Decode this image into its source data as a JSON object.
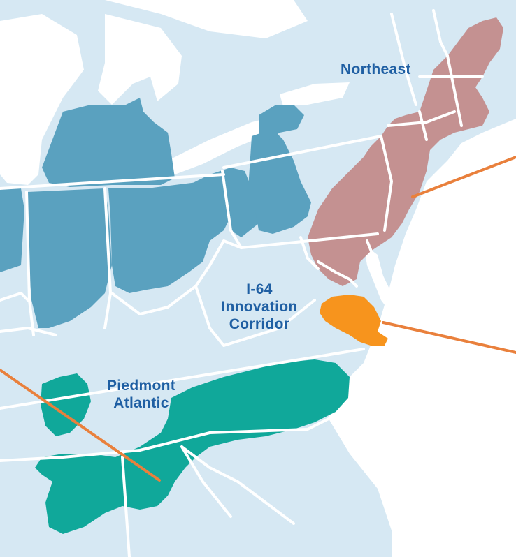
{
  "colors": {
    "land": "#d6e8f3",
    "water": "#ffffff",
    "border": "#ffffff",
    "northeast": "#c49191",
    "midwest": "#5aa1bf",
    "piedmont_atlantic": "#10a89a",
    "i64_corridor": "#f7941d",
    "pointer": "#e9803c",
    "label_text": "#1f5fa3"
  },
  "regions": {
    "northeast": {
      "label": "Northeast"
    },
    "i64": {
      "label_line1": "I-64",
      "label_line2": "Innovation",
      "label_line3": "Corridor"
    },
    "piedmont": {
      "label_line1": "Piedmont",
      "label_line2": "Atlantic"
    }
  }
}
